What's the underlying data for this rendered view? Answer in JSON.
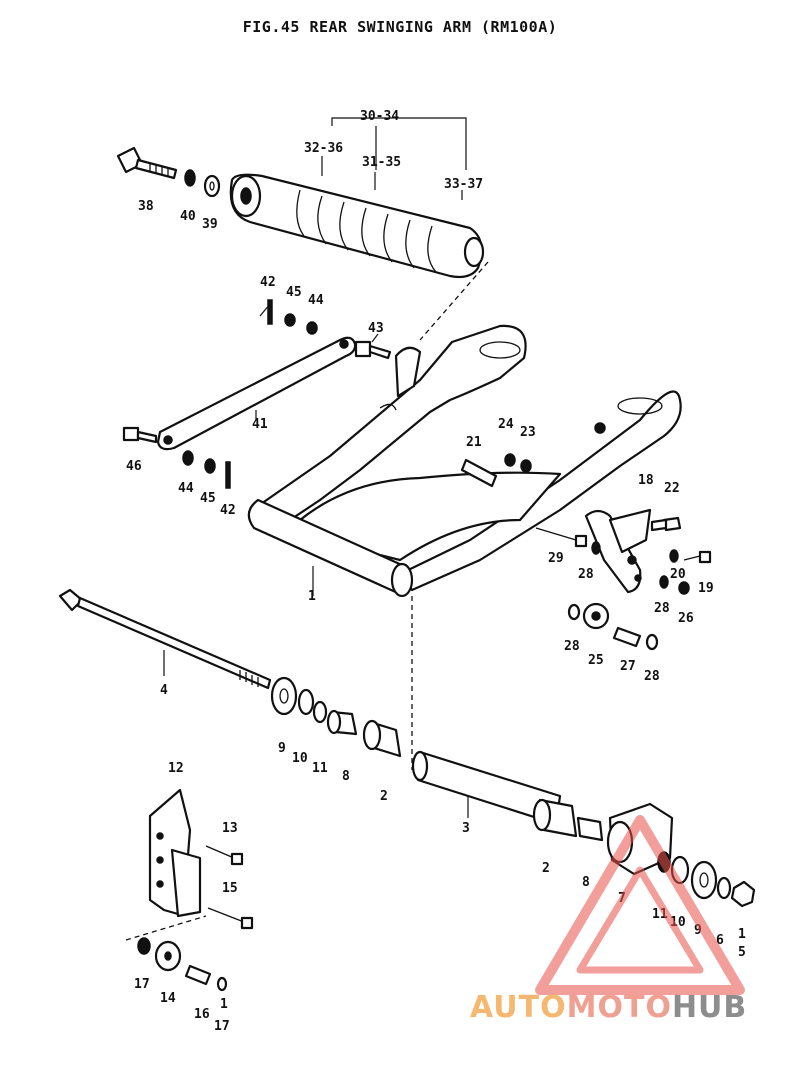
{
  "figure": {
    "title": "FIG.45  REAR SWINGING ARM (RM100A)"
  },
  "callouts": {
    "c30_34": "30-34",
    "c32_36": "32-36",
    "c31_35": "31-35",
    "c33_37": "33-37",
    "c38": "38",
    "c40": "40",
    "c39": "39",
    "c42a": "42",
    "c45a": "45",
    "c44a": "44",
    "c43": "43",
    "c41": "41",
    "c46": "46",
    "c44b": "44",
    "c45b": "45",
    "c42b": "42",
    "c21": "21",
    "c24": "24",
    "c23": "23",
    "c18": "18",
    "c22": "22",
    "c29": "29",
    "c28a": "28",
    "c20": "20",
    "c19": "19",
    "c28b": "28",
    "c26": "26",
    "c28c": "28",
    "c25": "25",
    "c27": "27",
    "c28d": "28",
    "c1": "1",
    "c4": "4",
    "c9a": "9",
    "c10a": "10",
    "c11a": "11",
    "c8a": "8",
    "c2a": "2",
    "c3": "3",
    "c2b": "2",
    "c8b": "8",
    "c7": "7",
    "c11b": "11",
    "c10b": "10",
    "c9b": "9",
    "c6": "6",
    "c1b": "1",
    "c5": "5",
    "c12": "12",
    "c13": "13",
    "c15": "15",
    "c17a": "17",
    "c14": "14",
    "c16": "16",
    "c1c": "1",
    "c17b": "17"
  },
  "watermark": {
    "part1": "AUTO",
    "part2": "MOTO",
    "part3": "HUB"
  },
  "watermark_colors": {
    "orange": "#f4b870",
    "salmon": "#f0a090",
    "gray": "#8d8d8d",
    "logo_red": "#e8504a"
  }
}
